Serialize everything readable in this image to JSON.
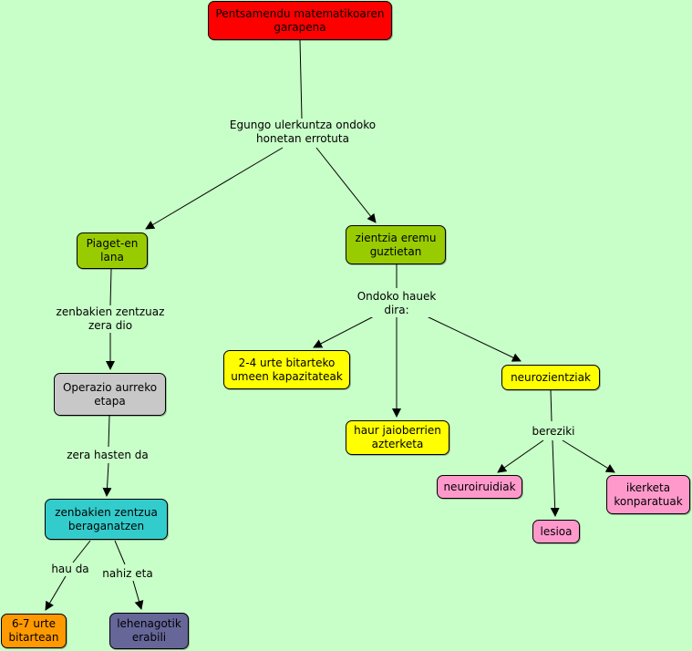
{
  "colors": {
    "background": "#c8fec8",
    "root": "#ff0000",
    "green": "#99cc00",
    "gray": "#c8c8c8",
    "teal": "#33cccc",
    "yellow": "#ffff00",
    "pink": "#ff99cc",
    "orange": "#ff9900",
    "purple": "#666699"
  },
  "nodes": {
    "root": "Pentsamendu matematikoaren garapena",
    "piaget": "Piaget-en lana",
    "zientzia": "zientzia eremu guztietan",
    "operazio": "Operazio aurreko etapa",
    "zenbakien": "zenbakien zentzua beraganatzen",
    "urte67": "6-7 urte bitartean",
    "lehenagotik": "lehenagotik erabili",
    "urte24": "2-4 urte bitarteko umeen kapazitateak",
    "haur": "haur jaioberrien azterketa",
    "neuro": "neurozientziak",
    "neuroirudiak": "neuroiruidiak",
    "lesioa": "lesioa",
    "ikerketa": "ikerketa konparatuak"
  },
  "links": {
    "egungo": "Egungo ulerkuntza ondoko honetan errotuta",
    "zentzuaz": "zenbakien zentzuaz zera dio",
    "hasten": "zera hasten da",
    "hau_da": "hau da",
    "nahiz": "nahiz eta",
    "ondoko": "Ondoko hauek dira:",
    "bereziki": "bereziki"
  }
}
